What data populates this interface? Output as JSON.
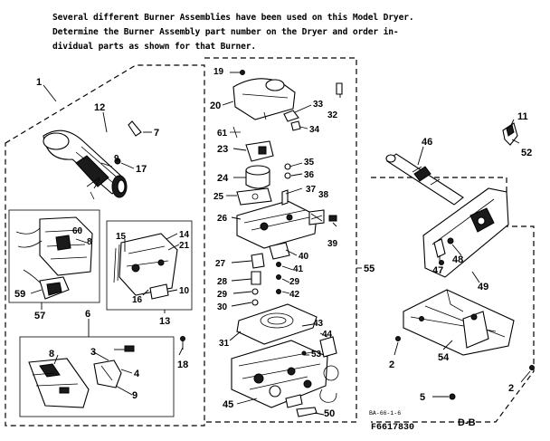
{
  "header_note": {
    "line1": "Several different Burner Assemblies have been used on this Model Dryer.",
    "line2": "Determine the Burner Assembly part number on the Dryer and order in-",
    "line3": "dividual parts as shown for that Burner."
  },
  "callouts": {
    "c1": "1",
    "c2": "2",
    "c2b": "2",
    "c3": "3",
    "c4": "4",
    "c5": "5",
    "c6": "6",
    "c7": "7",
    "c8": "8",
    "c8b": "8",
    "c9": "9",
    "c10": "10",
    "c11": "11",
    "c12": "12",
    "c13": "13",
    "c14": "14",
    "c15": "15",
    "c16": "16",
    "c17": "17",
    "c18": "18",
    "c19": "19",
    "c20": "20",
    "c21": "21",
    "c23": "23",
    "c24": "24",
    "c25": "25",
    "c26": "26",
    "c27": "27",
    "c28": "28",
    "c29": "29",
    "c29b": "29",
    "c30": "30",
    "c31": "31",
    "c32": "32",
    "c33": "33",
    "c34": "34",
    "c35": "35",
    "c36": "36",
    "c37": "37",
    "c38": "38",
    "c39": "39",
    "c40": "40",
    "c41": "41",
    "c42": "42",
    "c43": "43",
    "c44": "44",
    "c45": "45",
    "c46": "46",
    "c47": "47",
    "c48": "48",
    "c49": "49",
    "c50": "50",
    "c52": "52",
    "c53": "53",
    "c54": "54",
    "c55": "55",
    "c57": "57",
    "c59": "59",
    "c60": "60",
    "c61": "61"
  },
  "footer": {
    "drawing_code": "BA-66-1-6",
    "part_number": "F6617830",
    "view_label": "D-B"
  }
}
